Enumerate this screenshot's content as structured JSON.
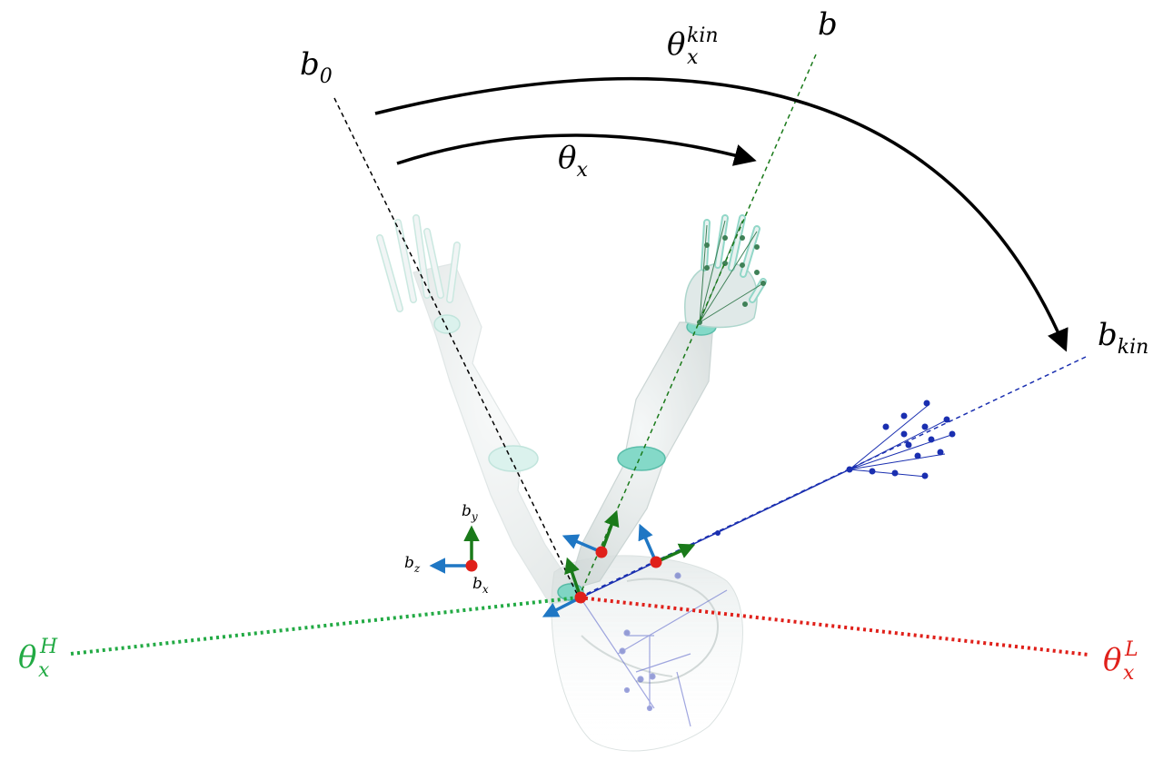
{
  "colors": {
    "black": "#000000",
    "green": "#1a7a1a",
    "dotted_green": "#22aa44",
    "red": "#e0201a",
    "blue": "#1a2fb0",
    "axis_blue": "#1f77c4",
    "teal": "#49c9b2",
    "arm": "#d8dedd"
  },
  "labels": {
    "b0": {
      "base": "b",
      "sub": "0"
    },
    "b": {
      "base": "b"
    },
    "bkin": {
      "base": "b",
      "sub": "kin"
    },
    "theta_x": {
      "base": "θ",
      "sub": "x"
    },
    "theta_x_kin": {
      "base": "θ",
      "sub": "x",
      "sup": "kin"
    },
    "theta_x_H": {
      "base": "θ",
      "sub": "x",
      "sup": "H"
    },
    "theta_x_L": {
      "base": "θ",
      "sub": "x",
      "sup": "L"
    },
    "frame_by": {
      "base": "b",
      "sub": "y"
    },
    "frame_bz": {
      "base": "b",
      "sub": "z"
    },
    "frame_bx": {
      "base": "b",
      "sub": "x"
    }
  }
}
